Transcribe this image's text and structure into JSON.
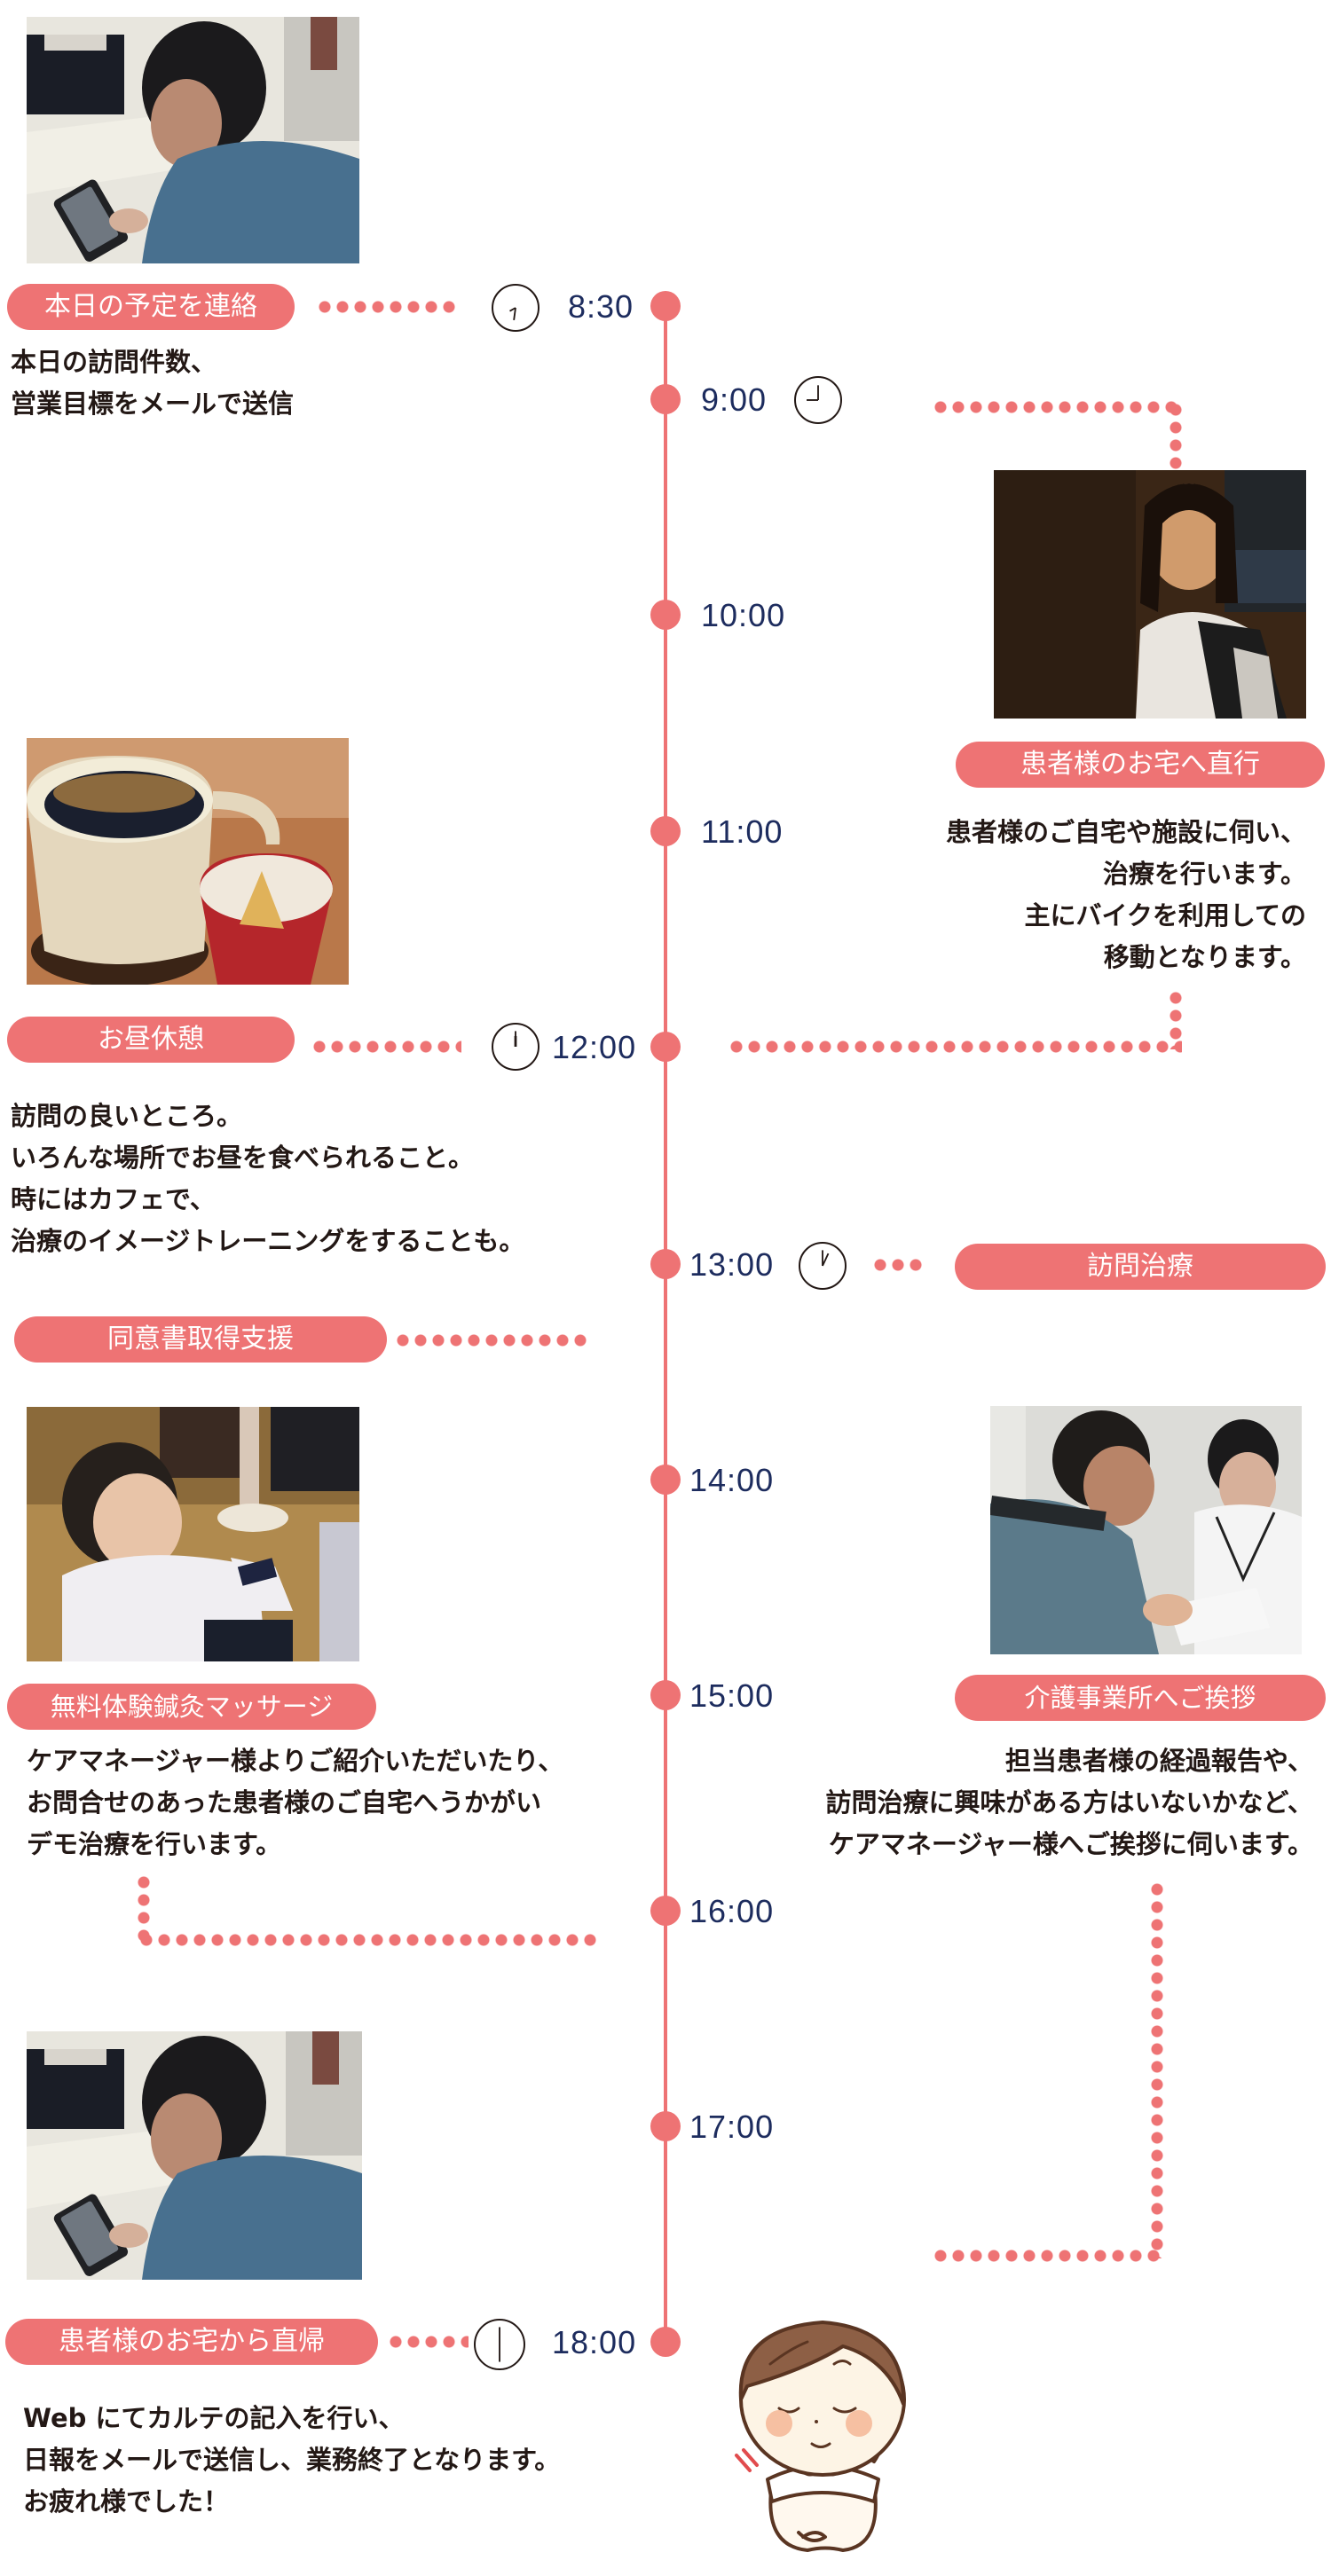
{
  "colors": {
    "accent": "#ee7374",
    "time_text": "#1d2c5e",
    "body_text": "#231815",
    "background": "#ffffff"
  },
  "timeline": {
    "times": [
      "8:30",
      "9:00",
      "10:00",
      "11:00",
      "12:00",
      "13:00",
      "14:00",
      "15:00",
      "16:00",
      "17:00",
      "18:00"
    ]
  },
  "events": [
    {
      "time": "8:30",
      "title": "本日の予定を連絡",
      "description": "本日の訪問件数、\n営業目標をメールで送信",
      "icon": "clock-icon",
      "photo": "man-checking-smartphone-photo"
    },
    {
      "time": "9:00",
      "title": "患者様のお宅へ直行",
      "description": "患者様のご自宅や施設に伺い、\n治療を行います。\n主にバイクを利用しての\n移動となります。",
      "icon": "clock-icon",
      "photo": "woman-with-backpack-photo"
    },
    {
      "time": "12:00",
      "title": "お昼休憩",
      "description": "訪問の良いところ。\nいろんな場所でお昼を食べられること。\n時にはカフェで、\n治療のイメージトレーニングをすることも。",
      "icon": "clock-icon",
      "photo": "coffee-cup-photo"
    },
    {
      "time": "13:00",
      "title": "訪問治療",
      "icon": "clock-icon"
    },
    {
      "title": "同意書取得支援"
    },
    {
      "time": "15:00",
      "title": "無料体験鍼灸マッサージ",
      "description": "ケアマネージャー様よりご紹介いただいたり、\nお問合せのあった患者様のご自宅へうかがい\nデモ治療を行います。",
      "photo": "therapist-smiling-photo"
    },
    {
      "time": "15:00",
      "title": "介護事業所へご挨拶",
      "description": "担当患者様の経過報告や、\n訪問治療に興味がある方はいないかなど、\nケアマネージャー様へご挨拶に伺います。",
      "photo": "two-men-reviewing-document-photo"
    },
    {
      "time": "18:00",
      "title": "患者様のお宅から直帰",
      "description": "Web にてカルテの記入を行い、\n日報をメールで送信し、業務終了となります。\nお疲れ様でした！",
      "icon": "clock-icon",
      "photo": "man-checking-smartphone-photo",
      "illustration": "bowing-nurse-illustration"
    }
  ]
}
